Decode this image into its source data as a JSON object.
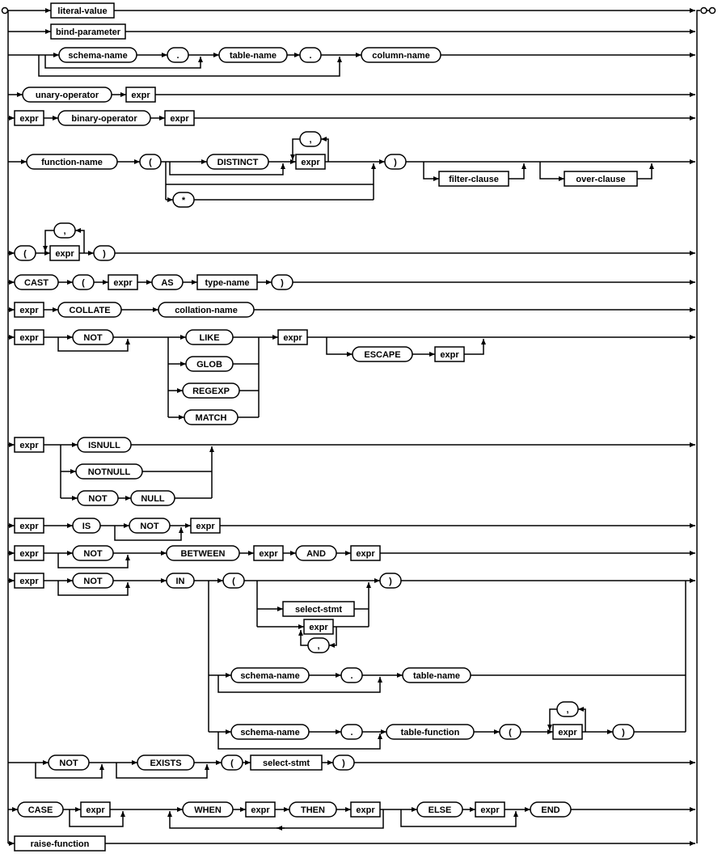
{
  "figure": {
    "kind": "railroad-syntax-diagram",
    "colors": {
      "line": "#000000",
      "background": "#ffffff",
      "text": "#000000"
    }
  },
  "labels": {
    "literal_value": "literal-value",
    "bind_parameter": "bind-parameter",
    "schema_name": "schema-name",
    "dot": ".",
    "table_name": "table-name",
    "column_name": "column-name",
    "unary_operator": "unary-operator",
    "expr": "expr",
    "binary_operator": "binary-operator",
    "function_name": "function-name",
    "lparen": "(",
    "rparen": ")",
    "comma": ",",
    "distinct": "DISTINCT",
    "star": "*",
    "filter_clause": "filter-clause",
    "over_clause": "over-clause",
    "cast": "CAST",
    "as": "AS",
    "type_name": "type-name",
    "collate": "COLLATE",
    "collation_name": "collation-name",
    "not": "NOT",
    "like": "LIKE",
    "glob": "GLOB",
    "regexp": "REGEXP",
    "match": "MATCH",
    "escape": "ESCAPE",
    "isnull": "ISNULL",
    "notnull": "NOTNULL",
    "null": "NULL",
    "is": "IS",
    "between": "BETWEEN",
    "and": "AND",
    "in": "IN",
    "select_stmt": "select-stmt",
    "table_function": "table-function",
    "exists": "EXISTS",
    "case": "CASE",
    "when": "WHEN",
    "then": "THEN",
    "else": "ELSE",
    "end": "END",
    "raise_function": "raise-function"
  },
  "structure_summary": [
    "literal-value",
    "bind-parameter",
    "[[schema-name .] table-name .] column-name",
    "unary-operator expr",
    "expr binary-operator expr",
    "function-name ( [DISTINCT] expr [, expr]* | empty | * ) [filter-clause] [over-clause]",
    "( expr [, expr]* )",
    "CAST ( expr AS type-name )",
    "expr COLLATE collation-name",
    "expr [NOT] (LIKE | GLOB | REGEXP | MATCH) expr [ESCAPE expr]",
    "expr (ISNULL | NOTNULL | NOT NULL)",
    "expr IS [NOT] expr",
    "expr [NOT] BETWEEN expr AND expr",
    "expr [NOT] IN ( [select-stmt | expr, expr...] ) | [schema-name .] table-name | [schema-name .] table-function ( expr, expr... )",
    "[NOT] [EXISTS] ( select-stmt )",
    "CASE [expr] (WHEN expr THEN expr)+ [ELSE expr] END",
    "raise-function"
  ]
}
